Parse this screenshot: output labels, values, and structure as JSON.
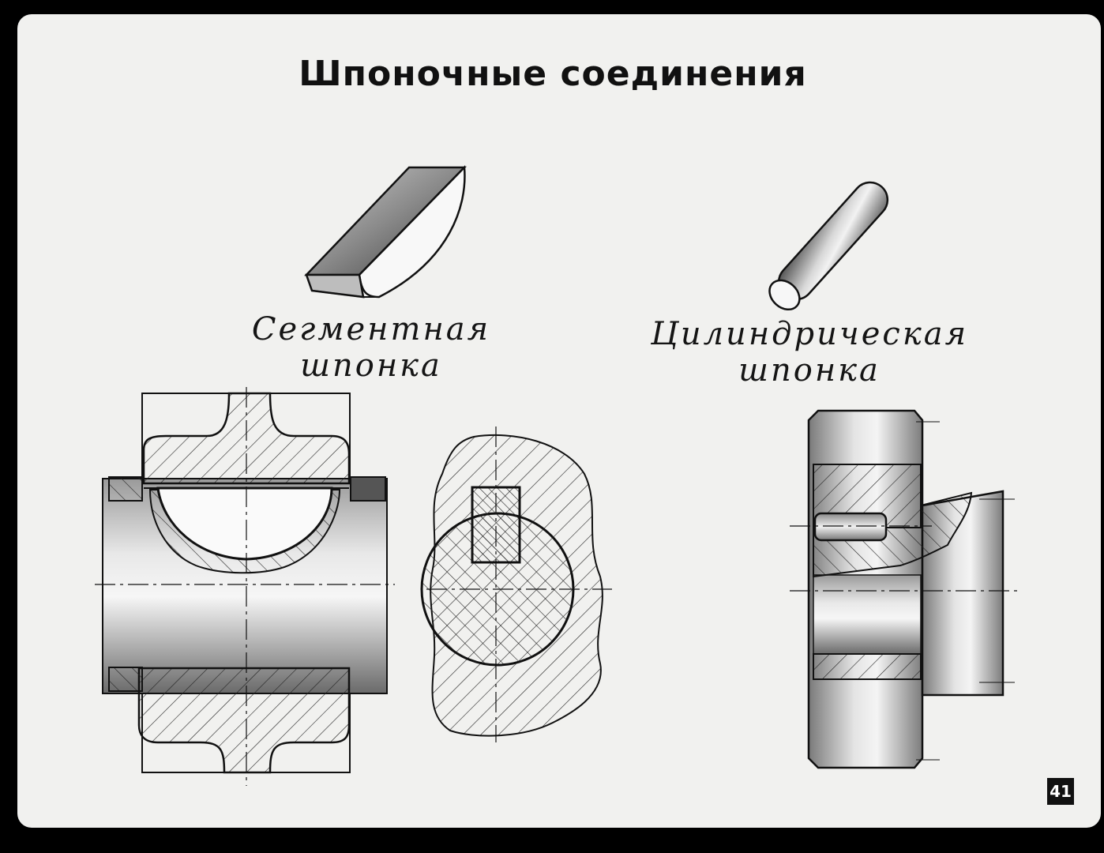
{
  "slide": {
    "title": "Шпоночные соединения",
    "page_number": "41"
  },
  "keys": [
    {
      "label_line1": "Сегментная",
      "label_line2": "шпонка",
      "icon": "segment-key-icon"
    },
    {
      "label_line1": "Цилиндрическая",
      "label_line2": "шпонка",
      "icon": "cylindrical-key-icon"
    }
  ]
}
